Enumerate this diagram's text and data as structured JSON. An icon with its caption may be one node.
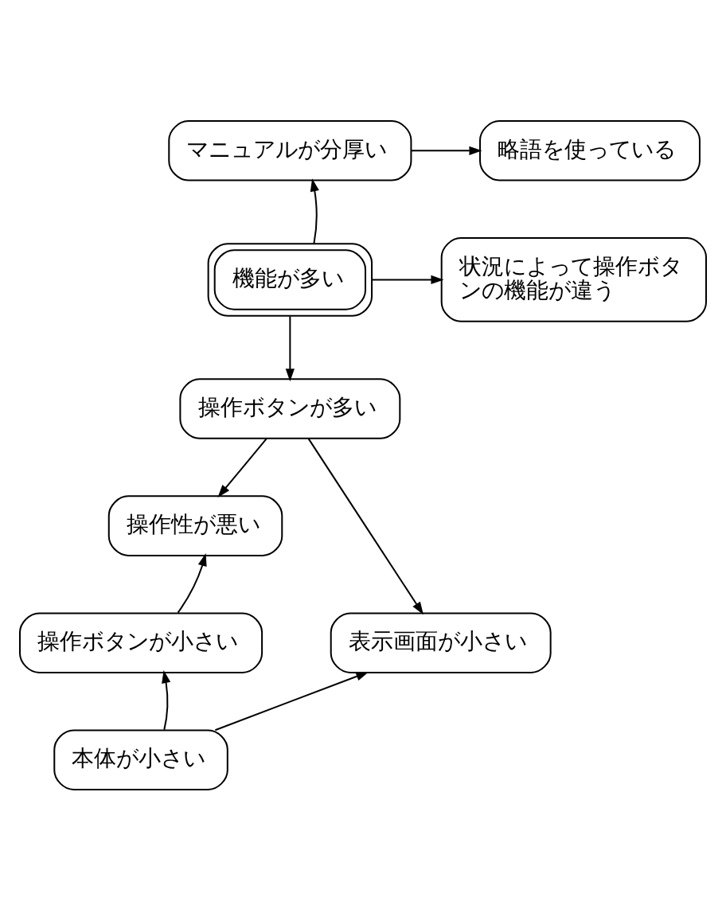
{
  "diagram": {
    "nodes": [
      {
        "text": [
          "マニュアルが分厚い"
        ]
      },
      {
        "text": [
          "略語を使っている"
        ]
      },
      {
        "text": [
          "機能が多い"
        ]
      },
      {
        "text": [
          "状況によって操作ボタンの機能が違う"
        ]
      },
      {
        "text": [
          "操作ボタンが多い"
        ]
      },
      {
        "text": [
          "操作性が悪い"
        ]
      },
      {
        "text": [
          "操作ボタンが小さい"
        ]
      },
      {
        "text": [
          "表示画面が小さい"
        ]
      },
      {
        "text": [
          "本体が小さい"
        ]
      }
    ],
    "edges": [
      {
        "from": 2,
        "to": 0,
        "arrow": "to"
      },
      {
        "from": 0,
        "to": 1,
        "arrow": "to"
      },
      {
        "from": 2,
        "to": 3,
        "arrow": "to"
      },
      {
        "from": 2,
        "to": 4,
        "arrow": "to"
      },
      {
        "from": 4,
        "to": 5,
        "arrow": "to"
      },
      {
        "from": 4,
        "to": 7,
        "arrow": "to"
      },
      {
        "from": 6,
        "to": 5,
        "arrow": "to"
      },
      {
        "from": 8,
        "to": 6,
        "arrow": "to"
      },
      {
        "from": 8,
        "to": 7,
        "arrow": "to"
      }
    ]
  }
}
